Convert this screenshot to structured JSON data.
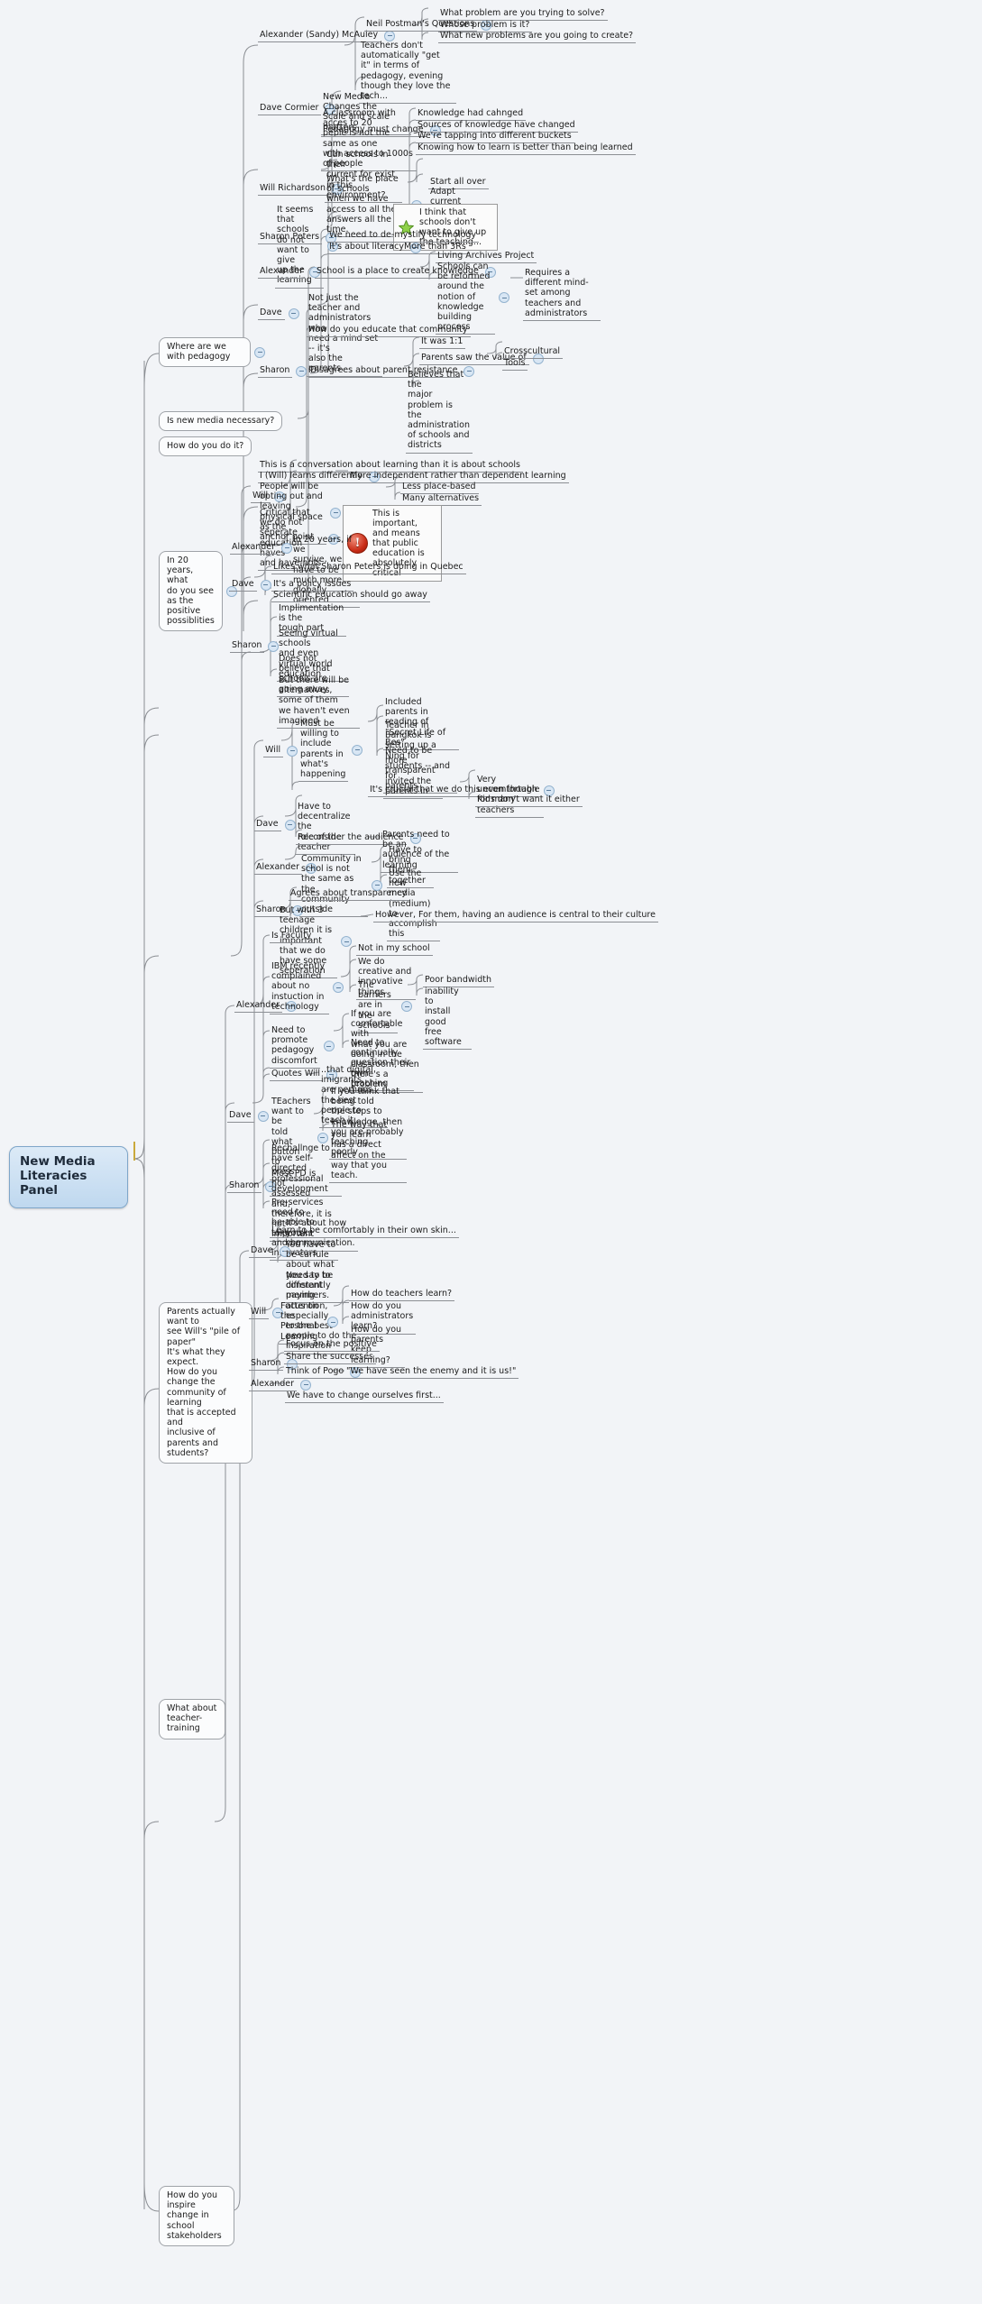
{
  "document": {
    "title": "New Media Literacies Panel",
    "type": "mind-map",
    "background_color": "#f2f4f7",
    "root_fill": "#cfe2f3",
    "root_border": "#7fa6c9"
  },
  "root": {
    "label": "New Media\nLiteracies Panel",
    "note_icon": "note-icon"
  },
  "branches": [
    {
      "id": "b1",
      "label": "Where are we with pedagogy",
      "children": [
        {
          "label": "Alexander (Sandy) McAuley",
          "children": [
            {
              "label": "Neil Postman's Questions",
              "children": [
                {
                  "label": "What problem are you trying to solve?"
                },
                {
                  "label": "Whose problem is it?"
                },
                {
                  "label": "What new problems are you going to create?"
                }
              ]
            },
            {
              "label": "Teachers don't automatically \"get\nit\" in terms of pedagogy, evening\nthough they love the tech..."
            }
          ]
        },
        {
          "label": "Dave Cormier",
          "children": [
            {
              "label": "New Media Changes the\nScale and scale matters"
            },
            {
              "label": "A classroom with acces to 20\npeple is not the same as one\nwith access to 1000s of people"
            },
            {
              "label": "Pedagogy must change",
              "children": [
                {
                  "label": "Knowledge had cahnged"
                },
                {
                  "label": "Sources of knowledge have changed"
                },
                {
                  "label": "We're tapping into different buckets"
                },
                {
                  "label": "Knowing how to learn is better than being learned"
                }
              ]
            }
          ]
        },
        {
          "label": "Will Richardson",
          "children": [
            {
              "label": "Can schools in their\ncurrent for exist in this\nenvironment?"
            },
            {
              "label": "What's the place of schools\nwhen we have access to all the\nanswers all the time.",
              "children": [
                {
                  "label": "Start all over"
                },
                {
                  "label": "Adapt current\nschools"
                }
              ]
            },
            {
              "label": "It seems that schools\ndo not want to give\nup the learning",
              "callout": {
                "icon": "star-icon",
                "label": "I think that schools don't\nwant to give up the\nteaching..."
              }
            }
          ]
        },
        {
          "label": "Sharon Peters",
          "children": [
            {
              "label": "We need to de-mystify technology"
            },
            {
              "label": "It's about literacy",
              "children": [
                {
                  "label": "More than 3Rs"
                }
              ]
            }
          ]
        },
        {
          "label": "Alexander",
          "children": [
            {
              "label": "School is a place to create knowledge",
              "children": [
                {
                  "label": "Living Archives Project"
                },
                {
                  "label": "Schools can be reformed\naround the notion of\nknowledge building\nprocess",
                  "children": [
                    {
                      "label": "Requires a different mind-\nset among teachers and\nadministrators"
                    }
                  ]
                }
              ]
            }
          ]
        },
        {
          "label": "Dave",
          "children": [
            {
              "label": "Not just the teacher and\nadministrators who\nneed a mind set -- it's\nalso the parents."
            },
            {
              "label": "How do you educate that community"
            }
          ]
        },
        {
          "label": "Sharon",
          "children": [
            {
              "label": "Disagrees about parent resistance",
              "children": [
                {
                  "label": "It was 1:1"
                },
                {
                  "label": "Parents saw the value of",
                  "children": [
                    {
                      "label": "Crosscultural"
                    },
                    {
                      "label": "Tools"
                    }
                  ]
                },
                {
                  "label": "Believes that the\nmajor problem is\nthe administration\nof schools and\ndistricts"
                }
              ]
            }
          ]
        }
      ]
    },
    {
      "id": "b2",
      "label": "Is new media necessary?",
      "children": []
    },
    {
      "id": "b3",
      "label": "How do you do it?",
      "children": []
    },
    {
      "id": "b4",
      "label": "In 20 years, what\ndo you see as the\npositive\npossiblities",
      "children": [
        {
          "label": "Will",
          "children": [
            {
              "label": "This is a conversation about learning than it is about schools"
            },
            {
              "label": "I (Will) learns differently",
              "children": [
                {
                  "label": "More independent rather than dependent learning"
                }
              ]
            },
            {
              "label": "People will be opting out and\nleaving physical space as the\nanchor point",
              "children": [
                {
                  "label": "Less place-based"
                },
                {
                  "label": "Many alternatives"
                }
              ]
            },
            {
              "label": "Critical that we do not\nseperate education haves\nand have-nots",
              "callout": {
                "icon": "exclamation-icon",
                "label": "This is important, and\nmeans that public\neducation is absolutely\ncritical"
              }
            }
          ]
        },
        {
          "label": "Alexander",
          "children": [
            {
              "label": "In 20 years, if we\nsurvive, we have to be\nmuch more globally\noriented"
            }
          ]
        },
        {
          "label": "Dave",
          "children": [
            {
              "label": "Likes what Sharon Peters is doing in Quebec"
            },
            {
              "label": "It's a policy issues"
            },
            {
              "label": "Scientific education should go away"
            }
          ]
        },
        {
          "label": "Sharon",
          "children": [
            {
              "label": "Implimentation is the\ntough part"
            },
            {
              "label": "Seeing virtual schools\nand even virtual world\neducation"
            },
            {
              "label": "Does not believe that\nschools are going away"
            },
            {
              "label": "But there will be\nalternatives, some of them\nwe haven't even imagined"
            }
          ]
        }
      ]
    },
    {
      "id": "b5",
      "label": "Parents actually want to\nsee Will's \"pile of paper\"\nIt's what they expect.\nHow do you change the\ncommunity of learning\nthat is accepted and\ninclusive of parents and\nstudents?",
      "children": [
        {
          "label": "Will",
          "children": [
            {
              "label": "Must be willing to\ninclude parents in\nwhat's happening",
              "children": [
                {
                  "label": "Included parents in\nreading of \"Secret Life of\nBes\""
                },
                {
                  "label": "Teacher in Bangkok is\nsetting up a Ning for\nstudents -- and for\nparents"
                },
                {
                  "label": "Need to be more\ntransparent\ninvited the\nparents in"
                }
              ]
            },
            {
              "label": "It's crucial that we do this even though",
              "children": [
                {
                  "label": "Very uncomfortable\nfor many teachers"
                },
                {
                  "label": "Kids don't want it either"
                }
              ]
            }
          ]
        },
        {
          "label": "Dave",
          "children": [
            {
              "label": "Have to\ndecentralize the\nrole of the teacher"
            },
            {
              "label": "Reconsider the audience",
              "children": [
                {
                  "label": "Parents need to be an\naudience of the learning"
                }
              ]
            }
          ]
        },
        {
          "label": "Alexander",
          "children": [
            {
              "label": "Community in schol is not\nthe same as the community\noutside",
              "children": [
                {
                  "label": "Have to bring\nthem together"
                },
                {
                  "label": "Use the new\nmedia (medium)\nto accomplish this"
                }
              ]
            }
          ]
        },
        {
          "label": "Sharon",
          "children": [
            {
              "label": "Agrees about transparency"
            },
            {
              "label": "But with 3 teenage\nchildren it is\nimportant that we do\nhave some seperation",
              "children": [
                {
                  "label": "However, For them, having an audience is central to their culture"
                }
              ]
            }
          ]
        }
      ]
    },
    {
      "id": "b6",
      "label": "What about\nteacher-training",
      "children": [
        {
          "label": "Alexander",
          "children": [
            {
              "label": "Is Faculty"
            },
            {
              "label": "IBM recently\ncomplained about no\ninstuction in technology",
              "children": [
                {
                  "label": "Not in my school"
                },
                {
                  "label": "We do creative and\ninnovative things"
                },
                {
                  "label": "The barriers are in\nthe schools",
                  "children": [
                    {
                      "label": "Poor bandwidth"
                    },
                    {
                      "label": "inability to\ninstall good\nfree software"
                    }
                  ]
                }
              ]
            },
            {
              "label": "Need to promote\npedagogy discomfort",
              "children": [
                {
                  "label": "If you are comfortable with\nwhat you are doing in the\nclassroom, then there's a\nproblem"
                },
                {
                  "label": "Need to continually\nquestion their own\nteaching"
                }
              ]
            },
            {
              "label": "Quotes Will",
              "children": [
                {
                  "label": "..that digital imigrants\nare perhaps the best\npeople to teach it..."
                }
              ]
            }
          ]
        },
        {
          "label": "Dave",
          "children": [
            {
              "label": "TEachers\nwant to be\ntold what\nbutton to\npress",
              "children": [
                {
                  "label": "If you think that being told\nthe steps to knowledge, then\nyou are probably teaching\npoorly"
                },
                {
                  "label": "The way that you learn\nhas a direct affect on the\nway that you teach."
                }
              ]
            }
          ]
        },
        {
          "label": "Sharon",
          "children": [
            {
              "label": "Rechallnge to have self-\ndirected professional\ndevelopment"
            },
            {
              "label": "Most PD is not\nassessed and,\ntherefore, it is not\nimportant"
            },
            {
              "label": "Pre-services need to\nbe able to take risks\nand be innovators"
            },
            {
              "label": "Learn to be comfortably in their own skin..."
            }
          ]
        }
      ]
    },
    {
      "id": "b7",
      "label": "How do you inspire\nchange in school\nstakeholders",
      "children": [
        {
          "label": "Dave",
          "children": [
            {
              "label": "It's about how you\ncommunication."
            },
            {
              "label": "You have to be carfule\nabout what you say to\ndifferent members."
            },
            {
              "label": "Need to be constantly\npaying attention, especially\nto the best people to do the\ninspiration"
            }
          ]
        },
        {
          "label": "Will",
          "children": [
            {
              "label": "Focus on the\nPersonal Learning",
              "children": [
                {
                  "label": "How do teachers learn?"
                },
                {
                  "label": "How do you\nadministrators learn?"
                },
                {
                  "label": "How do you parents\nkeep learning?"
                }
              ]
            }
          ]
        },
        {
          "label": "Sharon",
          "children": [
            {
              "label": "Focus on the positive"
            },
            {
              "label": "Share the successes"
            },
            {
              "label": "Think of Pogo",
              "children": [
                {
                  "label": "\"We have seen the enemy and it is us!\""
                }
              ]
            }
          ]
        },
        {
          "label": "Alexander",
          "children": [
            {
              "label": "We have to change ourselves first..."
            }
          ]
        }
      ]
    }
  ]
}
